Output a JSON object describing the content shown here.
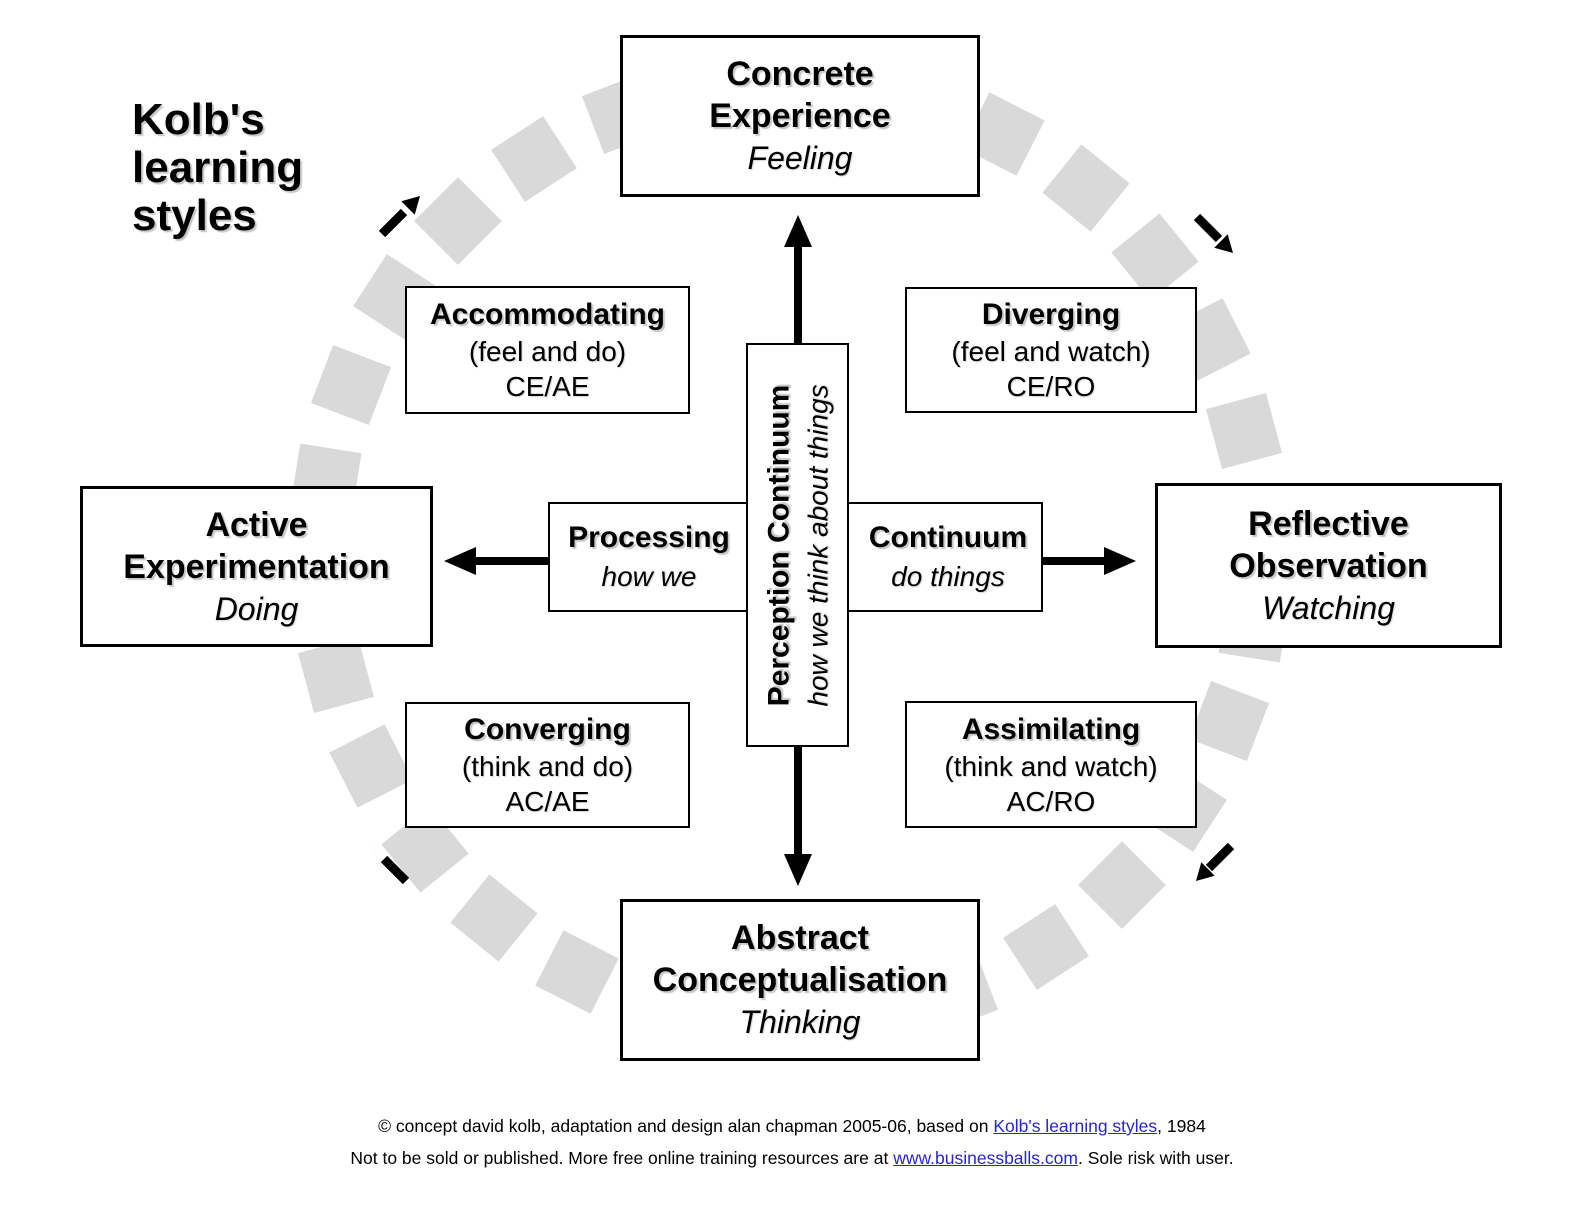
{
  "title": "Kolb's learning styles",
  "colors": {
    "square": "#d9d9d9",
    "link": "#2626cc",
    "ink": "#000000"
  },
  "icons": {
    "cycle_direction": "clockwise",
    "arrows": [
      "up-arrow",
      "down-arrow",
      "left-arrow",
      "right-arrow",
      "cycle-arrow-ne",
      "cycle-arrow-se",
      "cycle-arrow-sw",
      "cycle-arrow-nw"
    ]
  },
  "poles": {
    "top": {
      "line1": "Concrete",
      "line2": "Experience",
      "style_word": "Feeling"
    },
    "right": {
      "line1": "Reflective",
      "line2": "Observation",
      "style_word": "Watching"
    },
    "bottom": {
      "line1": "Abstract",
      "line2": "Conceptualisation",
      "style_word": "Thinking"
    },
    "left": {
      "line1": "Active",
      "line2": "Experimentation",
      "style_word": "Doing"
    }
  },
  "quadrants": {
    "accommodating": {
      "name": "Accommodating",
      "desc": "(feel and do)",
      "code": "CE/AE"
    },
    "diverging": {
      "name": "Diverging",
      "desc": "(feel and watch)",
      "code": "CE/RO"
    },
    "converging": {
      "name": "Converging",
      "desc": "(think and do)",
      "code": "AC/AE"
    },
    "assimilating": {
      "name": "Assimilating",
      "desc": "(think and watch)",
      "code": "AC/RO"
    }
  },
  "axes": {
    "processing": {
      "label_left": "Processing",
      "sub_left": "how we",
      "label_right": "Continuum",
      "sub_right": "do things"
    },
    "perception": {
      "label": "Perception Continuum",
      "sub": "how we think about things"
    }
  },
  "footer": {
    "line1_pre": "© concept david kolb, adaptation and design alan chapman 2005-06, based on ",
    "line1_link": "Kolb's learning styles",
    "line1_post": ", 1984",
    "line2_pre": "Not to be sold or published. More free online training resources are at ",
    "line2_link": "www.businessballs.com",
    "line2_post": ". Sole risk with user."
  }
}
